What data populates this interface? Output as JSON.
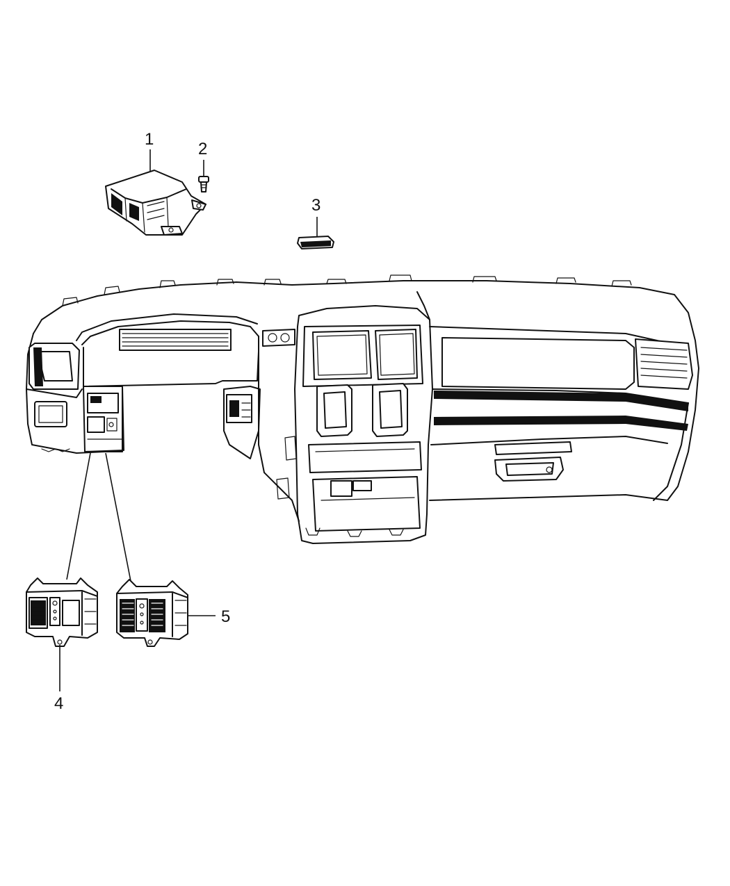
{
  "callouts": [
    {
      "id": "1",
      "label": "1",
      "part": "airbag-control-module"
    },
    {
      "id": "2",
      "label": "2",
      "part": "screw"
    },
    {
      "id": "3",
      "label": "3",
      "part": "sensor"
    },
    {
      "id": "4",
      "label": "4",
      "part": "headlamp-switch"
    },
    {
      "id": "5",
      "label": "5",
      "part": "switch"
    }
  ]
}
